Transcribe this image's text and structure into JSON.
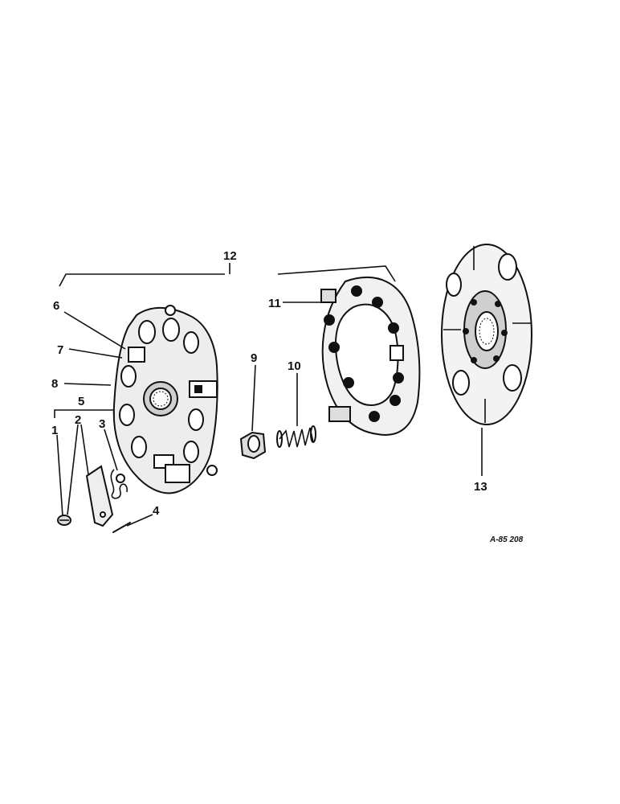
{
  "diagram": {
    "reference_code": "A-85 208",
    "callouts": [
      "1",
      "2",
      "3",
      "4",
      "5",
      "6",
      "7",
      "8",
      "9",
      "10",
      "11",
      "12",
      "13"
    ]
  }
}
